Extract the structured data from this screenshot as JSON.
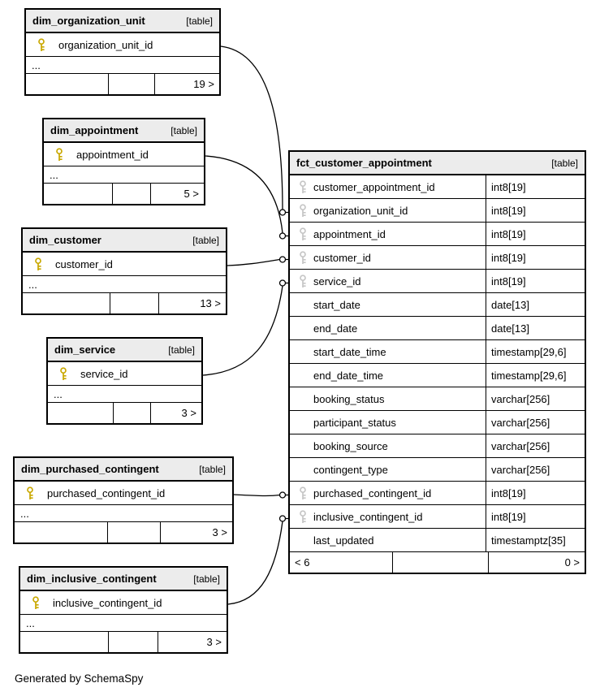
{
  "diagram": {
    "credit": "Generated by SchemaSpy"
  },
  "colors": {
    "pk_key": "#c9a800",
    "fk_key": "#c6c6c6",
    "header_bg": "#ececec"
  },
  "tables": {
    "dim_organization_unit": {
      "name": "dim_organization_unit",
      "tag": "[table]",
      "pk": "organization_unit_id",
      "ellipsis": "...",
      "count": "19 >"
    },
    "dim_appointment": {
      "name": "dim_appointment",
      "tag": "[table]",
      "pk": "appointment_id",
      "ellipsis": "...",
      "count": "5 >"
    },
    "dim_customer": {
      "name": "dim_customer",
      "tag": "[table]",
      "pk": "customer_id",
      "ellipsis": "...",
      "count": "13 >"
    },
    "dim_service": {
      "name": "dim_service",
      "tag": "[table]",
      "pk": "service_id",
      "ellipsis": "...",
      "count": "3 >"
    },
    "dim_purchased_contingent": {
      "name": "dim_purchased_contingent",
      "tag": "[table]",
      "pk": "purchased_contingent_id",
      "ellipsis": "...",
      "count": "3 >"
    },
    "dim_inclusive_contingent": {
      "name": "dim_inclusive_contingent",
      "tag": "[table]",
      "pk": "inclusive_contingent_id",
      "ellipsis": "...",
      "count": "3 >"
    },
    "fct_customer_appointment": {
      "name": "fct_customer_appointment",
      "tag": "[table]",
      "footer_left": "< 6",
      "footer_right": "0 >",
      "columns": [
        {
          "key": true,
          "name": "customer_appointment_id",
          "type": "int8[19]"
        },
        {
          "key": true,
          "name": "organization_unit_id",
          "type": "int8[19]"
        },
        {
          "key": true,
          "name": "appointment_id",
          "type": "int8[19]"
        },
        {
          "key": true,
          "name": "customer_id",
          "type": "int8[19]"
        },
        {
          "key": true,
          "name": "service_id",
          "type": "int8[19]"
        },
        {
          "key": false,
          "name": "start_date",
          "type": "date[13]"
        },
        {
          "key": false,
          "name": "end_date",
          "type": "date[13]"
        },
        {
          "key": false,
          "name": "start_date_time",
          "type": "timestamp[29,6]"
        },
        {
          "key": false,
          "name": "end_date_time",
          "type": "timestamp[29,6]"
        },
        {
          "key": false,
          "name": "booking_status",
          "type": "varchar[256]"
        },
        {
          "key": false,
          "name": "participant_status",
          "type": "varchar[256]"
        },
        {
          "key": false,
          "name": "booking_source",
          "type": "varchar[256]"
        },
        {
          "key": false,
          "name": "contingent_type",
          "type": "varchar[256]"
        },
        {
          "key": true,
          "name": "purchased_contingent_id",
          "type": "int8[19]"
        },
        {
          "key": true,
          "name": "inclusive_contingent_id",
          "type": "int8[19]"
        },
        {
          "key": false,
          "name": "last_updated",
          "type": "timestamptz[35]"
        }
      ]
    }
  }
}
